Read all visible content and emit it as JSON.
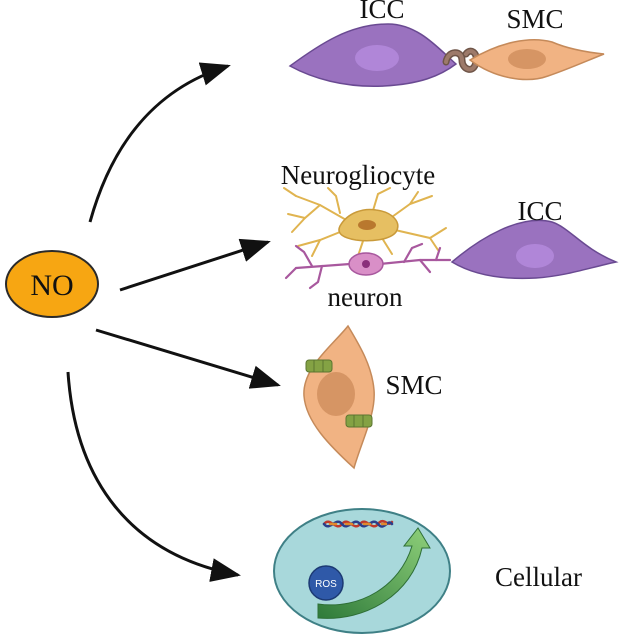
{
  "source_node": {
    "label": "NO",
    "fill": "#f7a612",
    "stroke": "#2a2a2a"
  },
  "targets": {
    "icc_smc_junction": {
      "icc_label": "ICC",
      "smc_label": "SMC"
    },
    "enteric_neurons": {
      "glia_label": "Neurogliocyte",
      "neuron_label": "neuron",
      "icc_label": "ICC"
    },
    "smooth_muscle": {
      "smc_label": "SMC"
    },
    "cellular": {
      "label": "Cellular",
      "ros_label": "ROS"
    }
  },
  "colors": {
    "icc_body": "#9a72bf",
    "icc_nucleus": "#b086d8",
    "smc_body": "#f1b383",
    "smc_nucleus": "#d69564",
    "gap_junction": "#9d7a6a",
    "glia": "#e0b450",
    "neuron": "#a8589e",
    "channel": "#84a244",
    "cell_fill": "#a8d8db",
    "cell_stroke": "#3f8086",
    "ros_fill": "#2f59a8",
    "ros_arrow": "#4fa24f",
    "arrow": "#111111"
  }
}
